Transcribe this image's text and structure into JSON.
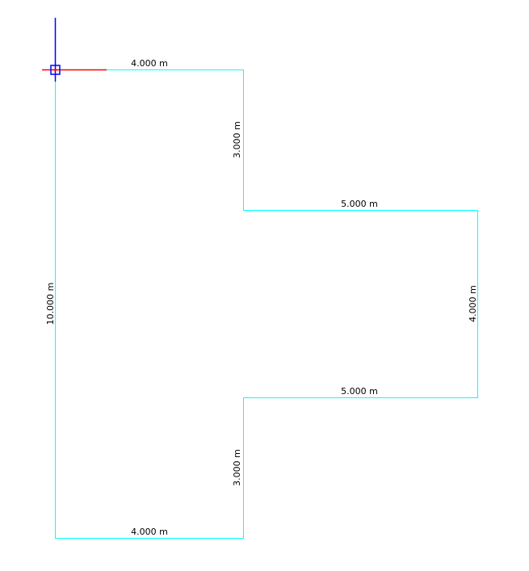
{
  "colors": {
    "outline": "#00ffff",
    "x_axis": "#ff0000",
    "y_axis": "#0000ff"
  },
  "dimensions": {
    "top": "4.000 m",
    "left": "10.000 m",
    "upper_inner_vertical": "3.000 m",
    "upper_right_horizontal": "5.000 m",
    "right": "4.000 m",
    "lower_right_horizontal": "5.000 m",
    "lower_inner_vertical": "3.000 m",
    "bottom": "4.000 m"
  }
}
